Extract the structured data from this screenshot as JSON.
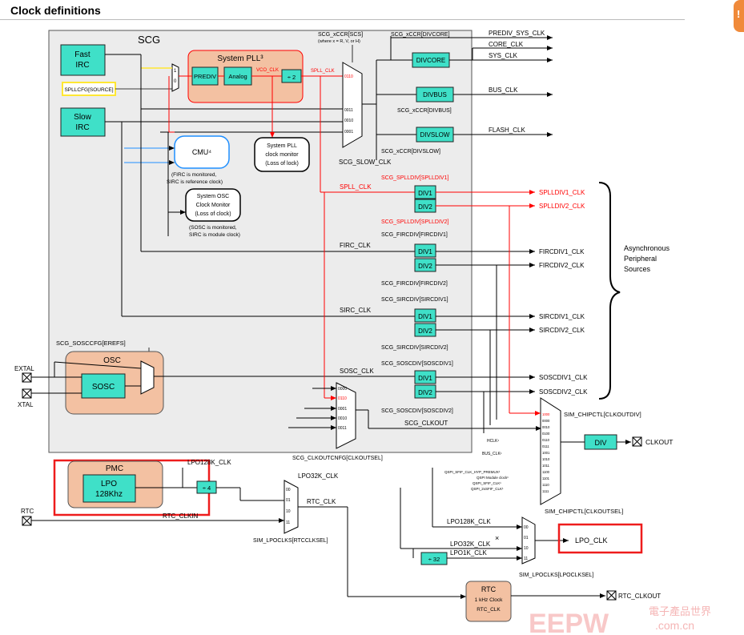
{
  "heading": "Clock definitions",
  "corner_icon": "!",
  "colors": {
    "teal": "#3fe0c8",
    "salmon": "#f3c1a2",
    "red": "#ff0000",
    "blue": "#1f8fff",
    "scg_bg": "#ececec",
    "highlight": "#ee1c1c",
    "yellow": "#ffe733"
  },
  "scg": {
    "title": "SCG",
    "fast_irc": "Fast",
    "fast_irc2": "IRC",
    "slow_irc": "Slow",
    "slow_irc2": "IRC",
    "splcfg_source": "SPLLCFG[SOURCE]",
    "system_pll": "System PLL³",
    "prediv": "PREDIV",
    "analog": "Analog",
    "vco_clk": "VCO_CLK",
    "div2": "÷ 2",
    "spll_clk_top": "SPLL_CLK",
    "scs_label": "SCG_xCCR[SCS]",
    "scs_note": "(where x = R, V, or H)",
    "divcore_label": "SCG_xCCR[DIVCORE]",
    "divcore": "DIVCORE",
    "divbus": "DIVBUS",
    "divbus_label": "SCG_xCCR[DIVBUS]",
    "divslow": "DIVSLOW",
    "divslow_label": "SCG_xCCR[DIVSLOW]",
    "slow_clk_label": "SCG_SLOW_CLK",
    "prediv_sys_clk": "PREDIV_SYS_CLK",
    "core_clk": "CORE_CLK",
    "sys_clk": "SYS_CLK",
    "bus_clk": "BUS_CLK",
    "flash_clk": "FLASH_CLK",
    "cmu": "CMU⁴",
    "cmu_note1": "(FIRC is monitored,",
    "cmu_note2": "SIRC is reference clock)",
    "pll_mon1": "System PLL",
    "pll_mon2": "clock monitor",
    "pll_mon3": "(Loss of lock)",
    "osc_mon1": "System OSC",
    "osc_mon2": "Clock Monitor",
    "osc_mon3": "(Loss of clock)",
    "osc_mon_note1": "(SOSC is monitored,",
    "osc_mon_note2": "SIRC is module clock)",
    "splldiv1_label": "SCG_SPLLDIV[SPLLDIV1]",
    "splldiv2_label": "SCG_SPLLDIV[SPLLDIV2]",
    "spll_clk": "SPLL_CLK",
    "firc_clk": "FIRC_CLK",
    "sirc_clk": "SIRC_CLK",
    "sosc_clk": "SOSC_CLK",
    "fircdiv1_label": "SCG_FIRCDIV[FIRCDIV1]",
    "fircdiv2_label": "SCG_FIRCDIV[FIRCDIV2]",
    "sircdiv1_label": "SCG_SIRCDIV[SIRCDIV1]",
    "sircdiv2_label": "SCG_SIRCDIV[SIRCDIV2]",
    "soscdiv1_label": "SCG_SOSCDIV[SOSCDIV1]",
    "soscdiv2_label": "SCG_SOSCDIV[SOSCDIV2]",
    "div1": "DIV1",
    "div2_box": "DIV2",
    "splldiv1_clk": "SPLLDIV1_CLK",
    "splldiv2_clk": "SPLLDIV2_CLK",
    "fircdiv1_clk": "FIRCDIV1_CLK",
    "fircdiv2_clk": "FIRCDIV2_CLK",
    "sircdiv1_clk": "SIRCDIV1_CLK",
    "sircdiv2_clk": "SIRCDIV2_CLK",
    "soscdiv1_clk": "SOSCDIV1_CLK",
    "soscdiv2_clk": "SOSCDIV2_CLK",
    "async1": "Asynchronous",
    "async2": "Peripheral",
    "async3": "Sources",
    "soscfg_erefs": "SCG_SOSCCFG[EREFS]",
    "osc": "OSC",
    "sosc": "SOSC",
    "scg_clkout": "SCG_CLKOUT",
    "clkoutcnfg": "SCG_CLKOUTCNFG[CLKOUTSEL]",
    "mux_0110": "0110",
    "mux_0011": "0011",
    "mux_0010": "0010",
    "mux_0001": "0001",
    "mux_0000": "0000",
    "mux_0": "0",
    "mux_1": "1"
  },
  "io": {
    "extal": "EXTAL",
    "xtal": "XTAL",
    "rtc": "RTC",
    "clkout": "CLKOUT",
    "rtc_clkout": "RTC_CLKOUT"
  },
  "sim": {
    "chipctl_div": "SIM_CHIPCTL[CLKOUTDIV]",
    "chipctl_sel": "SIM_CHIPCTL[CLKOUTSEL]",
    "div": "DIV",
    "hclk": "HCLK¹",
    "bus_clk_small": "BUS_CLK¹",
    "qspi1": "QSPI_SFIF_CLK_HYP_PREMUX¹",
    "qspi2": "QSPI Module clock¹",
    "qspi3": "QSPI_SFIF_CLK¹",
    "qspi4": "QSPI_2xSFIF_CLK¹",
    "sel_codes": [
      "1000",
      "0000",
      "0010",
      "0100",
      "0110",
      "0111",
      "1001",
      "1010",
      "1011",
      "1100",
      "1101",
      "1110",
      "1111"
    ],
    "lpoclks_rtc": "SIM_LPOCLKS[RTCCLKSEL]",
    "lpoclks_lpo": "SIM_LPOCLKS[LPOCLKSEL]",
    "lpo_clk": "LPO_CLK",
    "mux_00": "00",
    "mux_01": "01",
    "mux_10": "10",
    "mux_11": "11"
  },
  "pmc": {
    "title": "PMC",
    "lpo": "LPO",
    "lpo_freq": "128Khz",
    "div4": "÷ 4",
    "div32": "÷ 32",
    "lpo128k_clk": "LPO128K_CLK",
    "lpo32k_clk": "LPO32K_CLK",
    "lpo1k_clk": "LPO1K_CLK",
    "rtc_clk": "RTC_CLK",
    "rtc_clkin": "RTC_CLKIN"
  },
  "rtc_block": {
    "title": "RTC",
    "line2": "1 kHz Clock",
    "line3": "RTC_CLK"
  },
  "watermark": {
    "logo": "EEPW",
    "cn": "電子產品世界",
    "url": ".com.cn"
  }
}
